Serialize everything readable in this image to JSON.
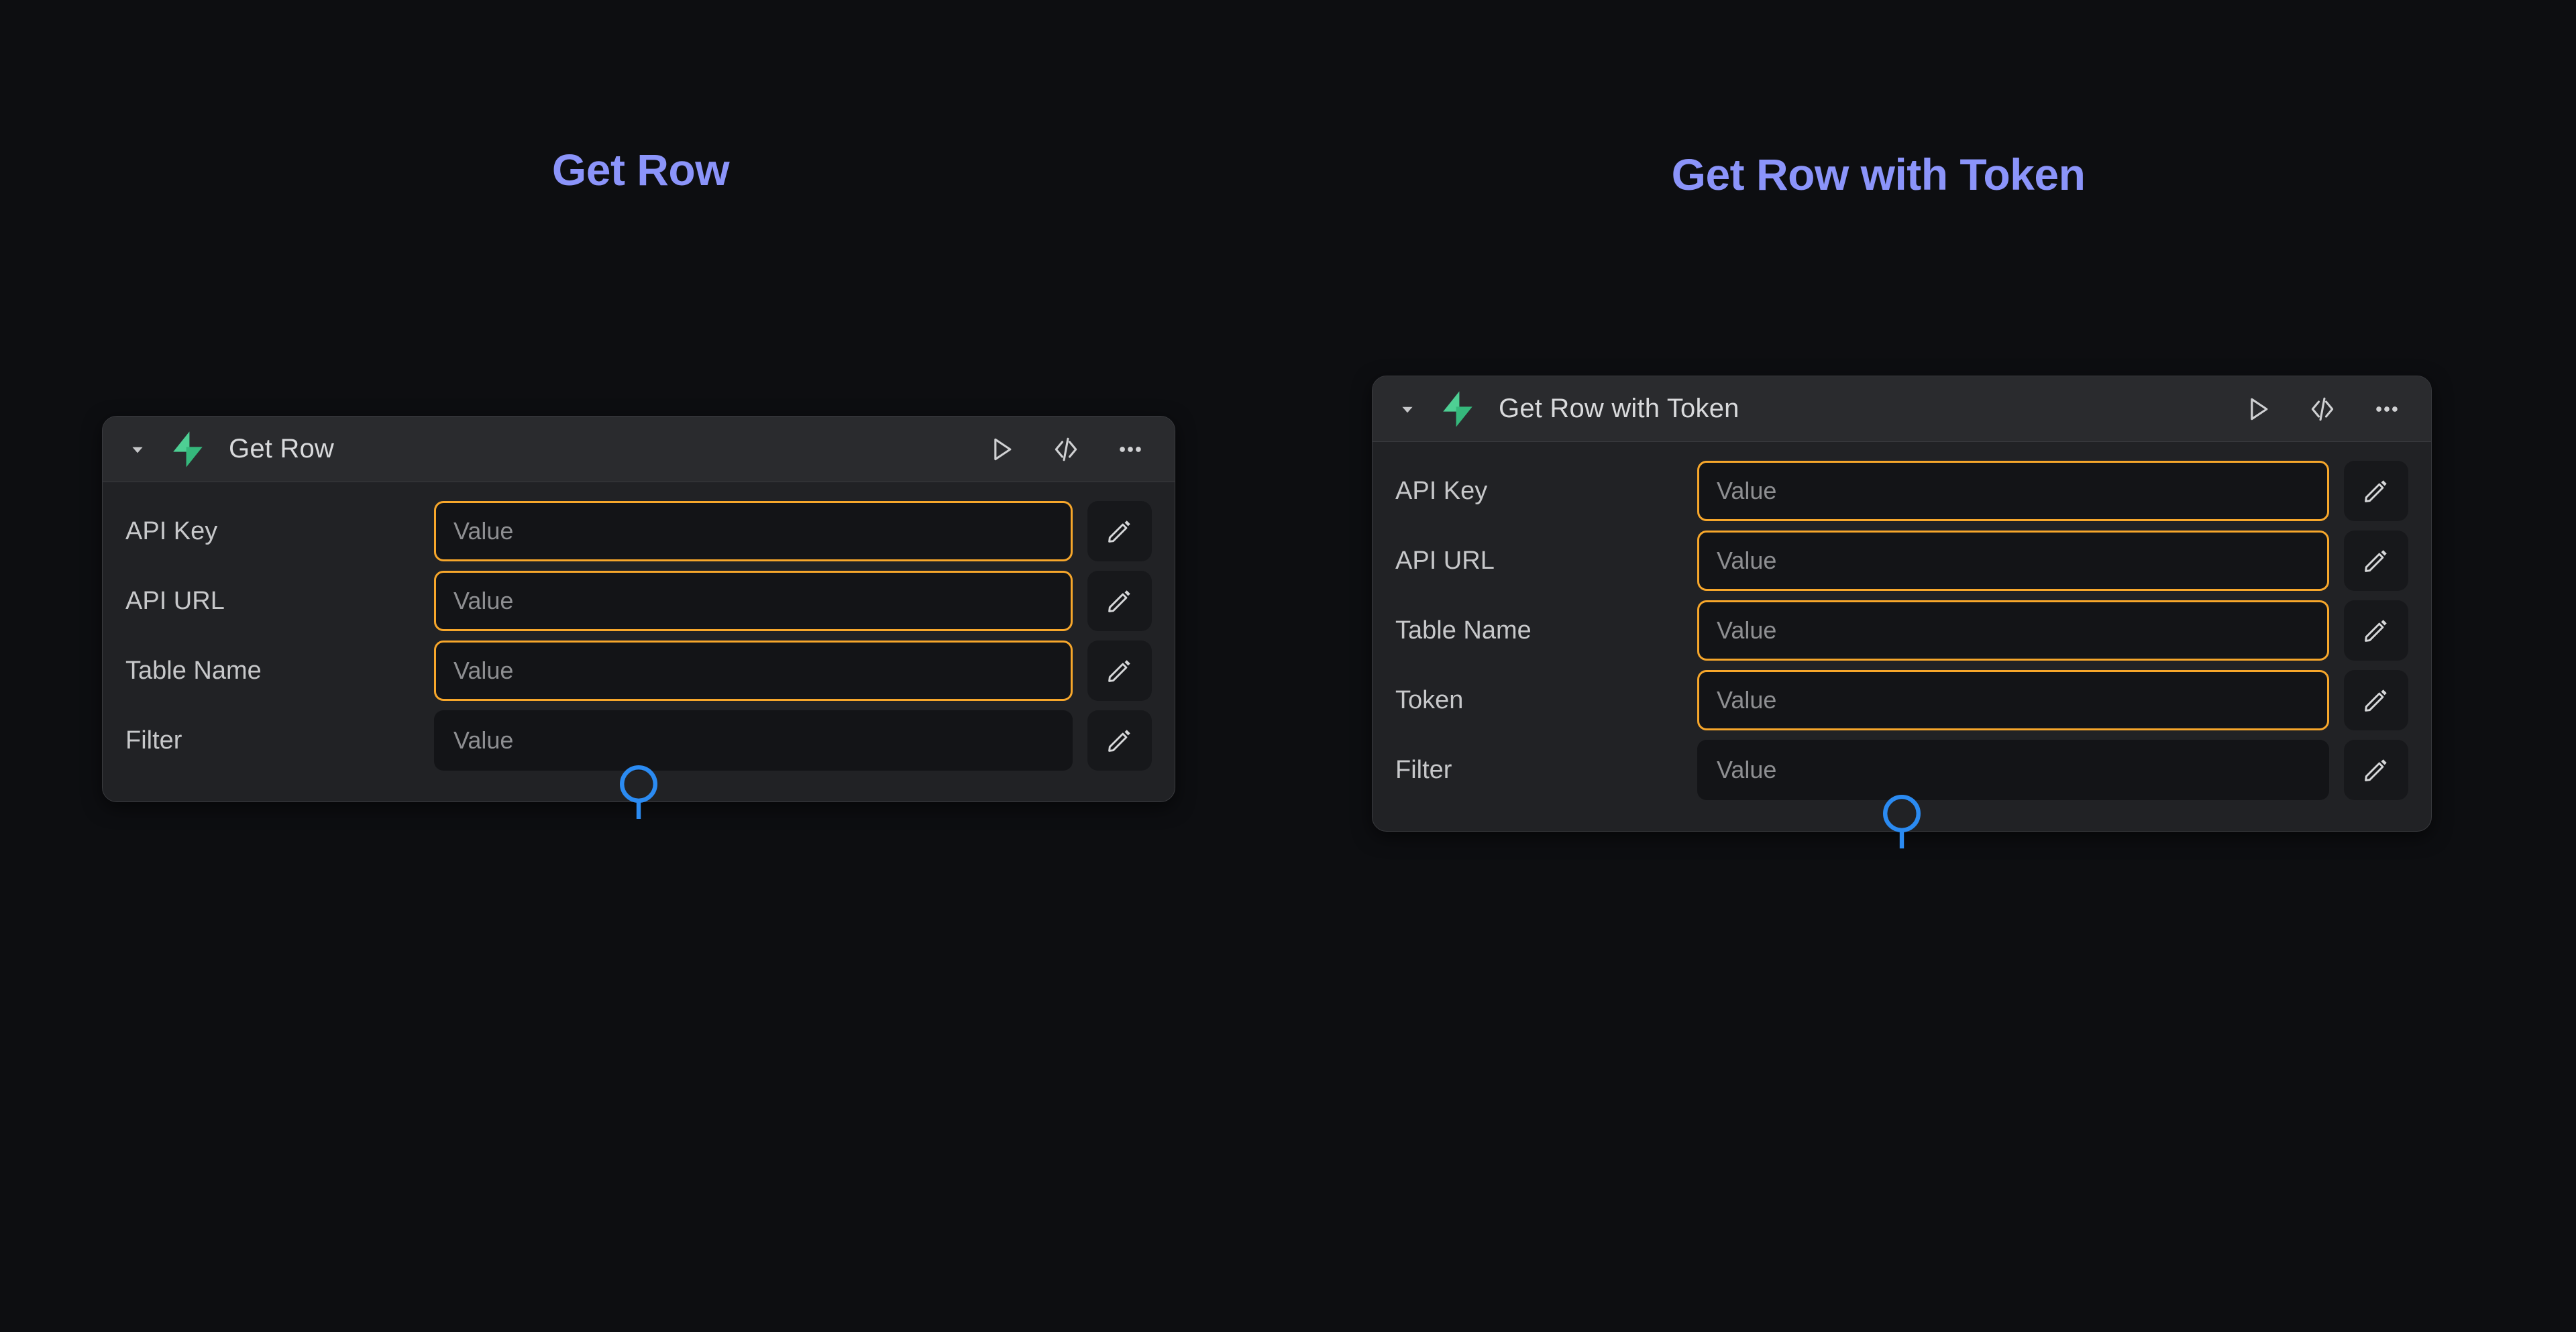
{
  "page": {
    "background_color": "#0d0e11",
    "heading_color": "#8b94fa",
    "accent_required_color": "#f7a72b",
    "bolt_color": "#3ecf8e",
    "handle_color": "#2b8bf2"
  },
  "sections": [
    {
      "heading": "Get Row",
      "node": {
        "title": "Get Row",
        "collapse_icon": "chevron-down-icon",
        "app_icon": "lightning-bolt-icon",
        "actions": [
          {
            "name": "run-button",
            "icon": "play-icon"
          },
          {
            "name": "code-button",
            "icon": "code-brackets-icon"
          },
          {
            "name": "more-button",
            "icon": "ellipsis-icon"
          }
        ],
        "fields": [
          {
            "label": "API Key",
            "placeholder": "Value",
            "value": "",
            "required": true
          },
          {
            "label": "API URL",
            "placeholder": "Value",
            "value": "",
            "required": true
          },
          {
            "label": "Table Name",
            "placeholder": "Value",
            "value": "",
            "required": true
          },
          {
            "label": "Filter",
            "placeholder": "Value",
            "value": "",
            "required": false
          }
        ],
        "edit_icon": "pencil-icon",
        "output_handle": "output-connector-handle"
      }
    },
    {
      "heading": "Get Row with Token",
      "node": {
        "title": "Get Row with Token",
        "collapse_icon": "chevron-down-icon",
        "app_icon": "lightning-bolt-icon",
        "actions": [
          {
            "name": "run-button",
            "icon": "play-icon"
          },
          {
            "name": "code-button",
            "icon": "code-brackets-icon"
          },
          {
            "name": "more-button",
            "icon": "ellipsis-icon"
          }
        ],
        "fields": [
          {
            "label": "API Key",
            "placeholder": "Value",
            "value": "",
            "required": true
          },
          {
            "label": "API URL",
            "placeholder": "Value",
            "value": "",
            "required": true
          },
          {
            "label": "Table Name",
            "placeholder": "Value",
            "value": "",
            "required": true
          },
          {
            "label": "Token",
            "placeholder": "Value",
            "value": "",
            "required": true
          },
          {
            "label": "Filter",
            "placeholder": "Value",
            "value": "",
            "required": false
          }
        ],
        "edit_icon": "pencil-icon",
        "output_handle": "output-connector-handle"
      }
    }
  ]
}
